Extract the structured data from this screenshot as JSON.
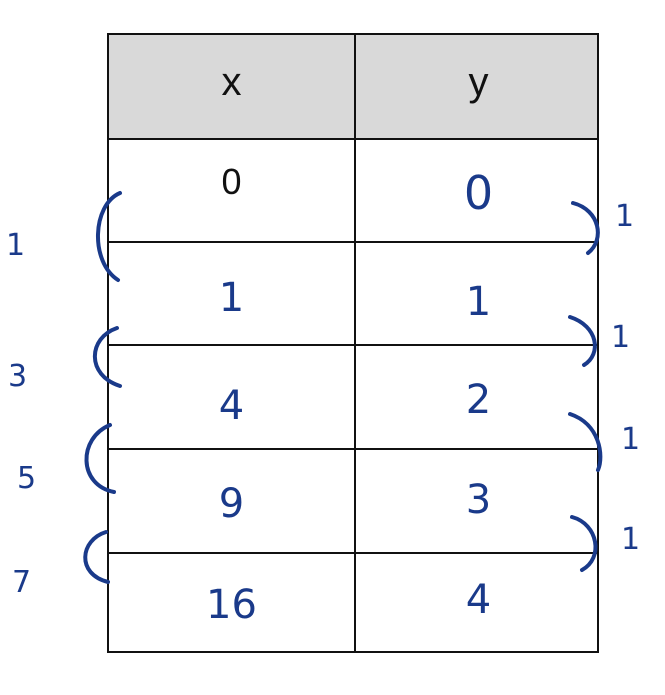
{
  "table": {
    "headers": [
      "x",
      "y"
    ],
    "rows": [
      {
        "x": "0",
        "y": "0"
      },
      {
        "x": "1",
        "y": "1"
      },
      {
        "x": "4",
        "y": "2"
      },
      {
        "x": "9",
        "y": "3"
      },
      {
        "x": "16",
        "y": "4"
      }
    ]
  },
  "annotations": {
    "x_differences": [
      "1",
      "3",
      "5",
      "7"
    ],
    "y_differences": [
      "1",
      "1",
      "1",
      "1"
    ]
  },
  "colors": {
    "ink": "#1a3a8a",
    "grid": "#111111",
    "header_fill": "#d9d9d9"
  }
}
